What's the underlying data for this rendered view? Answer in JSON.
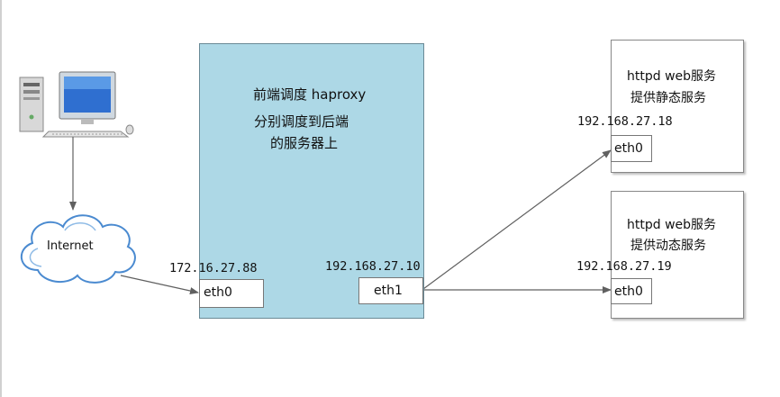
{
  "client": {
    "icon": "desktop-computer-icon"
  },
  "internet": {
    "label": "Internet",
    "icon": "cloud-icon"
  },
  "proxy": {
    "lines": [
      "前端调度 haproxy",
      "分别调度到后端",
      "的服务器上"
    ],
    "ip_in": "172.16.27.88",
    "ip_out": "192.168.27.10",
    "port_in": "eth0",
    "port_out": "eth1"
  },
  "servers": [
    {
      "line1": "httpd web服务",
      "line2": "提供静态服务",
      "ip": "192.168.27.18",
      "port": "eth0"
    },
    {
      "line1": "httpd web服务",
      "line2": "提供动态服务",
      "ip": "192.168.27.19",
      "port": "eth0"
    }
  ],
  "colors": {
    "proxy_fill": "#add8e6",
    "line": "#606060"
  }
}
